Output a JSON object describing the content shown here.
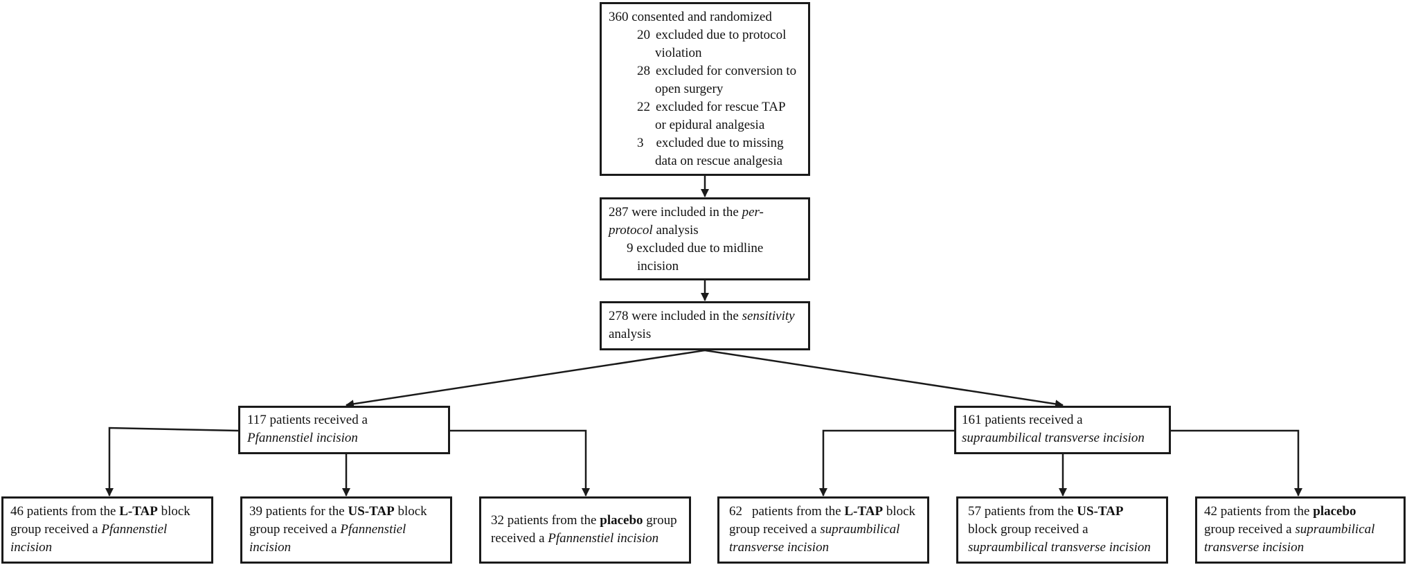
{
  "colors": {
    "line": "#1a1a1a",
    "background": "#ffffff"
  },
  "top": {
    "title": "360 consented and randomized",
    "exclusions": [
      {
        "num": "20",
        "text1": "excluded due to protocol",
        "text2": "violation"
      },
      {
        "num": "28",
        "text1": "excluded for conversion to",
        "text2": "open surgery"
      },
      {
        "num": "22",
        "text1": "excluded for rescue TAP",
        "text2": "or epidural analgesia"
      },
      {
        "num": "3",
        "text1": "excluded due to missing",
        "text2": "data on rescue analgesia"
      }
    ]
  },
  "perprotocol": {
    "l1": "287 were included in the ",
    "l1_it": "per-",
    "l2_it": "protocol",
    "l2": " analysis",
    "ex1": "9 excluded due to midline",
    "ex2": "incision"
  },
  "sensitivity": {
    "l1": "278 were included in the ",
    "l1_it": "sensitivity",
    "l2": "analysis"
  },
  "pfannenstiel": {
    "l1": "117 patients received a",
    "l2_it": "Pfannenstiel incision"
  },
  "supra": {
    "l1": "161 patients received a",
    "l2_it": "supraumbilical transverse incision"
  },
  "leaves": {
    "ltap_pf": {
      "a": "46 patients from the ",
      "b": "L-TAP",
      "c": " block",
      "d": "group received a ",
      "e": "Pfannenstiel",
      "f": "incision"
    },
    "ustap_pf": {
      "a": "39 patients for the ",
      "b": "US-TAP",
      "c": " block",
      "d": "group received a ",
      "e": "Pfannenstiel",
      "f": "incision"
    },
    "placebo_pf": {
      "a": "32 patients from the ",
      "b": "placebo",
      "c": " group",
      "d": "received a ",
      "e": "Pfannenstiel incision"
    },
    "ltap_su": {
      "a": "62",
      "a2": "patients from the ",
      "b": "L-TAP",
      "c": " block",
      "d": "group received a ",
      "e": "supraumbilical",
      "f": "transverse incision"
    },
    "ustap_su": {
      "a": "57 patients from the ",
      "b": "US-TAP",
      "c": "block group received a",
      "d": "supraumbilical transverse incision"
    },
    "placebo_su": {
      "a": "42 patients from the ",
      "b": "placebo",
      "c": " group received a ",
      "d": "supraumbilical",
      "e": "transverse incision"
    }
  }
}
